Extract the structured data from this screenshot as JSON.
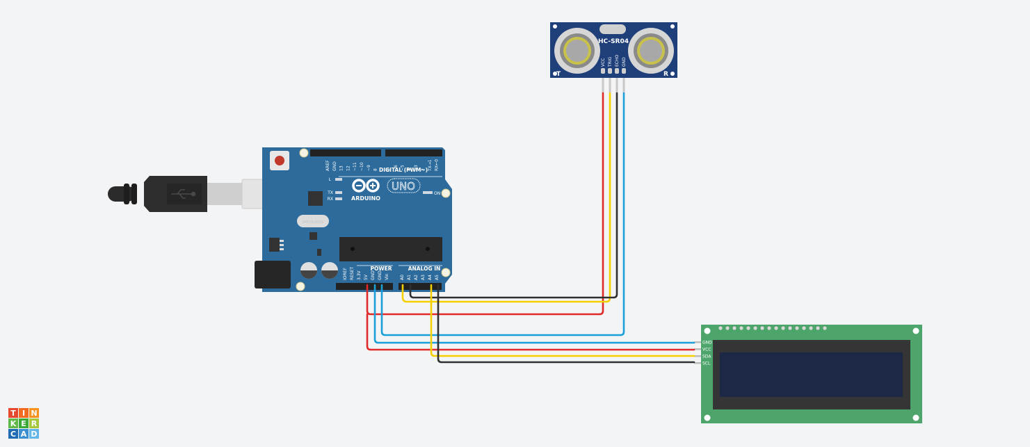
{
  "app": "Tinkercad Circuits",
  "logo": {
    "letters": [
      "T",
      "I",
      "N",
      "K",
      "E",
      "R",
      "C",
      "A",
      "D"
    ],
    "colors": [
      "#e5472f",
      "#f26b21",
      "#f7931d",
      "#5fb847",
      "#3aa935",
      "#a6c83a",
      "#1f6cb5",
      "#3c8fd1",
      "#64b5e8"
    ]
  },
  "components": {
    "arduino": {
      "name": "ARDUINO",
      "model": "UNO",
      "crystal_label": "SPK16.000G",
      "digital_header_label": "DIGITAL (PWM~)",
      "digital_pins": [
        "AREF",
        "GND",
        "13",
        "12",
        "~11",
        "~10",
        "~9",
        "8",
        "7",
        "~6",
        "~5",
        "4",
        "~3",
        "2",
        "TX→1",
        "RX←0"
      ],
      "power_header_label": "POWER",
      "power_pins": [
        "IOREF",
        "RESET",
        "3.3V",
        "5V",
        "GND",
        "GND",
        "Vin"
      ],
      "analog_header_label": "ANALOG IN",
      "analog_pins": [
        "A0",
        "A1",
        "A2",
        "A3",
        "A4",
        "A5"
      ],
      "leds": [
        "L",
        "TX",
        "RX",
        "ON"
      ],
      "board_color": "#2c6b9b"
    },
    "ultrasonic": {
      "name": "HC-SR04",
      "pins": [
        "VCC",
        "TRIG",
        "ECHO",
        "GND"
      ],
      "left_mark": "T",
      "right_mark": "R",
      "board_color": "#1e3f7a"
    },
    "lcd": {
      "pins": [
        "GND",
        "VCC",
        "SDA",
        "SCL"
      ],
      "board_color": "#4ea56b",
      "screen_color": "#1c2846"
    }
  },
  "wires": [
    {
      "from": "arduino.5V",
      "to": "ultrasonic.VCC",
      "color": "#e02a2a"
    },
    {
      "from": "arduino.A0",
      "to": "ultrasonic.TRIG",
      "color": "#f5d000"
    },
    {
      "from": "arduino.A1",
      "to": "ultrasonic.ECHO",
      "color": "#303030"
    },
    {
      "from": "arduino.GND",
      "to": "ultrasonic.GND",
      "color": "#1a9fd8"
    },
    {
      "from": "arduino.GND",
      "to": "lcd.GND",
      "color": "#1a9fd8"
    },
    {
      "from": "arduino.5V",
      "to": "lcd.VCC",
      "color": "#e02a2a"
    },
    {
      "from": "arduino.A4",
      "to": "lcd.SDA",
      "color": "#f5d000"
    },
    {
      "from": "arduino.A5",
      "to": "lcd.SCL",
      "color": "#303030"
    }
  ]
}
